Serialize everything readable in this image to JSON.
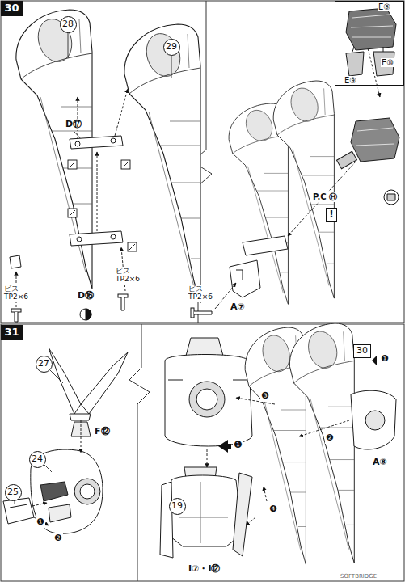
{
  "diagram": {
    "nodes": [
      {
        "text": [
          "30"
        ]
      },
      {
        "text": [
          "28"
        ]
      },
      {
        "text": [
          "29"
        ]
      },
      {
        "text": [
          "E⑧",
          "E⑩",
          "E⑨"
        ]
      },
      {
        "text": [
          "!"
        ]
      },
      {
        "text": [
          "31"
        ]
      },
      {
        "text": [
          "27"
        ]
      },
      {
        "text": [
          "24"
        ]
      },
      {
        "text": [
          "25"
        ]
      },
      {
        "text": [
          "19"
        ]
      },
      {
        "text": [
          "30"
        ]
      }
    ],
    "labels": [
      "D⑰",
      "ビス TP2×6",
      "D⑯",
      "ビス TP2×6",
      "ビス TP2×6",
      "A⑦",
      "P.C Ⓗ",
      "F⑫",
      "❶",
      "❷",
      "❸",
      "❶",
      "❷",
      "❹",
      "❶",
      "A⑧",
      "I⑦・I⑫",
      "SOFTBRIDGE"
    ]
  }
}
